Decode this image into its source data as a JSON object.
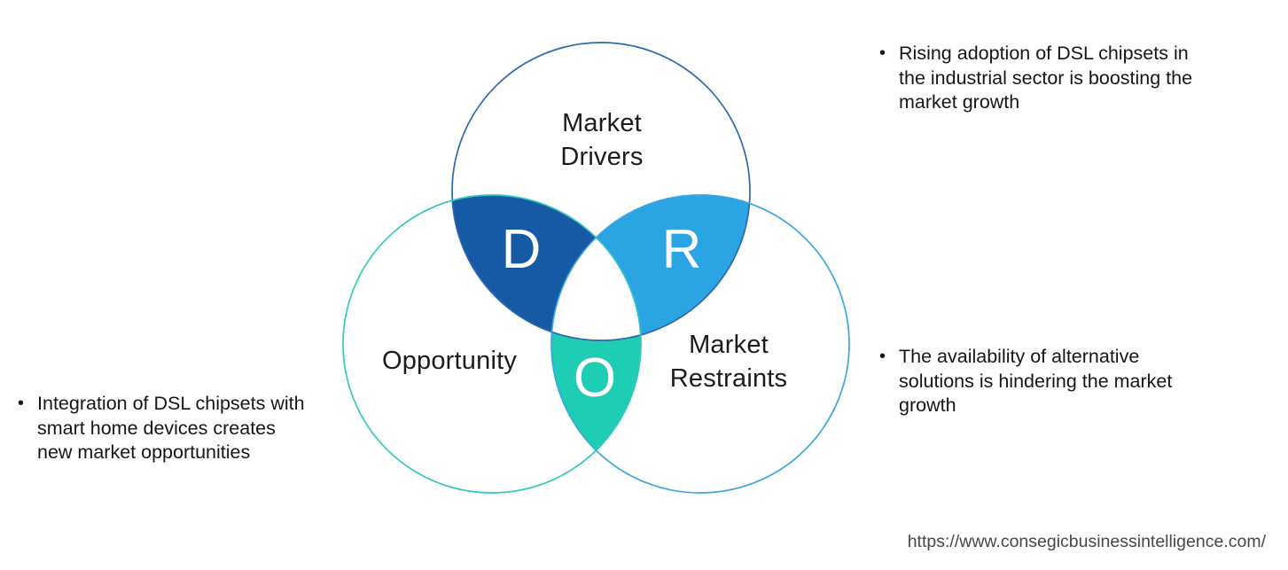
{
  "venn": {
    "drivers": {
      "label": [
        "Market",
        "Drivers"
      ],
      "letter": "D",
      "outline_color": "#2e68ae",
      "fill_color": "#1659a5"
    },
    "opportunity": {
      "label": [
        "Opportunity"
      ],
      "letter": "O",
      "outline_color": "#35c7bd",
      "fill_color": "#1fccb4"
    },
    "restraints": {
      "label": [
        "Market",
        "Restraints"
      ],
      "letter": "R",
      "outline_color": "#3ba6e0",
      "fill_color": "#2aa4e2"
    },
    "center_fill": "#ffffff"
  },
  "notes": {
    "drivers": {
      "bullet": "•",
      "lines": [
        "Rising adoption of DSL chipsets in",
        "the industrial sector is boosting the",
        "market growth"
      ]
    },
    "restraints": {
      "bullet": "•",
      "lines": [
        "The availability of alternative",
        "solutions is hindering the market",
        "growth"
      ]
    },
    "opportunity": {
      "bullet": "•",
      "lines": [
        "Integration of DSL chipsets with",
        "smart home devices creates",
        "new market opportunities"
      ]
    }
  },
  "footer": {
    "url": "https://www.consegicbusinessintelligence.com/"
  }
}
